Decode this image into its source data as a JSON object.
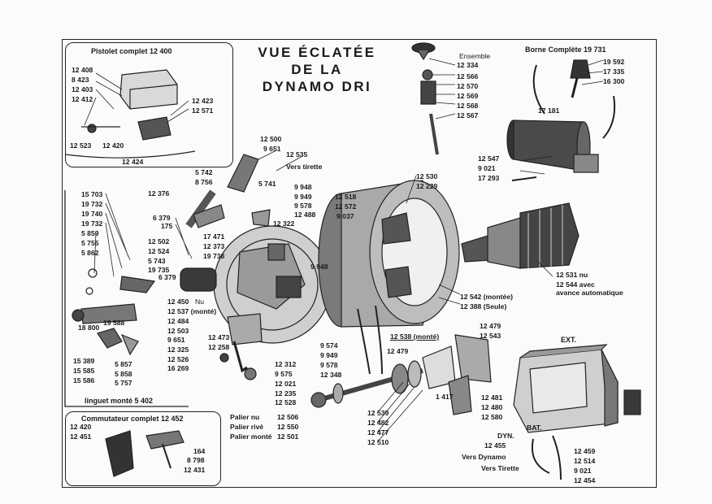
{
  "title": {
    "line1": "VUE ÉCLATÉE",
    "line2": "DE LA",
    "line3": "DYNAMO DRI"
  },
  "boxes": {
    "pistolet": "Pistolet complet 12 400",
    "commutateur": "Commutateur complet 12 452",
    "linguet": "linguet monté 5 402",
    "borne": "Borne Complète 19 731",
    "ensemble": "Ensemble"
  },
  "labels": {
    "p_12408": "12 408",
    "p_8423": "8 423",
    "p_12403": "12 403",
    "p_12412": "12 412",
    "p_12523": "12 523",
    "p_12420": "12 420",
    "p_12424": "12 424",
    "p_12423": "12 423",
    "p_12571": "12 571",
    "e_12334": "12 334",
    "e_12566": "12 566",
    "e_12570": "12 570",
    "e_12569": "12 569",
    "e_12568": "12 568",
    "e_12567": "12 567",
    "b_19592": "19 592",
    "b_17335": "17 335",
    "b_16300": "16 300",
    "b_17181": "17 181",
    "b_12547": "12 547",
    "b_9021": "9 021",
    "b_17293": "17 293",
    "c_12500": "12 500",
    "c_9651": "9 651",
    "c_12535": "12 535",
    "c_verstirette": "Vers tirette",
    "c_5742": "5 742",
    "c_8756": "8 756",
    "c_5741": "5 741",
    "c_12376": "12 376",
    "c_9948a": "9 948",
    "c_9949": "9 949",
    "c_9578a": "9 578",
    "c_12488": "12 488",
    "c_12322": "12 322",
    "c_12518": "12 518",
    "c_12572": "12 572",
    "c_9037": "9 037",
    "c_12530": "12 530",
    "c_12229": "12 229",
    "l_15703": "15 703",
    "l_19732a": "19 732",
    "l_19740": "19 740",
    "l_19732b": "19 732",
    "l_5859": "5 859",
    "l_5755": "5 755",
    "l_5862": "5 862",
    "m_6379a": "6 379",
    "m_175": "175",
    "m_12502": "12 502",
    "m_12524": "12 524",
    "m_5743": "5 743",
    "m_19735": "19 735",
    "m_6379b": "6 379",
    "m_17471": "17 471",
    "m_12373": "12 373",
    "m_19738": "19 738",
    "m_12450": "12 450",
    "m_nu": "Nu",
    "m_12537": "12 537 (monté)",
    "m_12484": "12 484",
    "m_12503": "12 503",
    "m_9651": "9 651",
    "m_12325": "12 325",
    "m_12526": "12 526",
    "m_16269": "16 269",
    "m_18800": "18 800",
    "m_19588": "19 588",
    "m_15389": "15 389",
    "m_15585": "15 585",
    "m_15586": "15 586",
    "m_5857": "5 857",
    "m_5858": "5 858",
    "m_5757": "5 757",
    "m_12473": "12 473",
    "m_12258": "12 258",
    "m_9948b": "9 948",
    "m_12312": "12 312",
    "m_9575": "9 575",
    "m_12021": "12 021",
    "m_12235": "12 235",
    "m_12528": "12 528",
    "m_9574": "9 574",
    "m_9949b": "9 949",
    "m_9578b": "9 578",
    "m_12348": "12 348",
    "s_12542": "12 542 (montée)",
    "s_12388": "12 388 (Seule)",
    "a_12531": "12 531 nu",
    "a_12544": "12 544 avec",
    "a_auto": "avance automatique",
    "r_12538": "12 538 (monté)",
    "r_12479a": "12 479",
    "r_12543": "12 543",
    "r_12479b": "12 479",
    "r_1417": "1 417",
    "r_12481": "12 481",
    "r_12480": "12 480",
    "r_12580": "12 580",
    "r_12539": "12 539",
    "r_12482": "12 482",
    "r_12477": "12 477",
    "r_12510": "12 510",
    "pal_nu": "Palier nu",
    "pal_rive": "Palier rivé",
    "pal_monte": "Palier monté",
    "pal_12506": "12 506",
    "pal_12550": "12 550",
    "pal_12501": "12 501",
    "k_12420": "12 420",
    "k_12451": "12 451",
    "k_164": "164",
    "k_8798": "8 798",
    "k_12431": "12 431",
    "x_ext": "EXT.",
    "x_dyn": "DYN.",
    "x_bat": "BAT.",
    "x_12455": "12 455",
    "x_versdynamo": "Vers Dynamo",
    "x_verstirette": "Vers Tirette",
    "x_12459": "12 459",
    "x_12514": "12 514",
    "x_9021": "9 021",
    "x_12454": "12 454"
  },
  "colors": {
    "ink": "#1a1a1a",
    "paper": "#fbfbf9",
    "shade": "#9a9a9a",
    "dark": "#3a3a3a"
  }
}
